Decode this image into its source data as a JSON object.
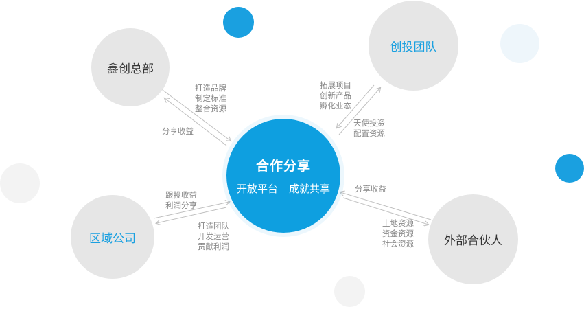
{
  "center": {
    "title": "合作分享",
    "subtitle_left": "开放平台",
    "subtitle_right": "成就共享"
  },
  "nodes": {
    "top_left": "鑫创总部",
    "top_right": "创投团队",
    "bottom_left": "区域公司",
    "bottom_right": "外部合伙人"
  },
  "labels": {
    "hq_out": [
      "打造品牌",
      "制定标准",
      "整合资源"
    ],
    "hq_in": [
      "分享收益"
    ],
    "vc_out": [
      "拓展项目",
      "创新产品",
      "孵化业态"
    ],
    "vc_in": [
      "天使投资",
      "配置资源"
    ],
    "region_in": [
      "跟投收益",
      "利润分享"
    ],
    "region_out": [
      "打造团队",
      "开发运营",
      "贡献利润"
    ],
    "partner_in": [
      "分享收益"
    ],
    "partner_out": [
      "土地资源",
      "资金资源",
      "社会资源"
    ]
  },
  "colors": {
    "primary": "#0e9fe0",
    "node_gray": "#e6e6e6",
    "label_gray": "#888888",
    "arrow": "#bfbfbf"
  }
}
